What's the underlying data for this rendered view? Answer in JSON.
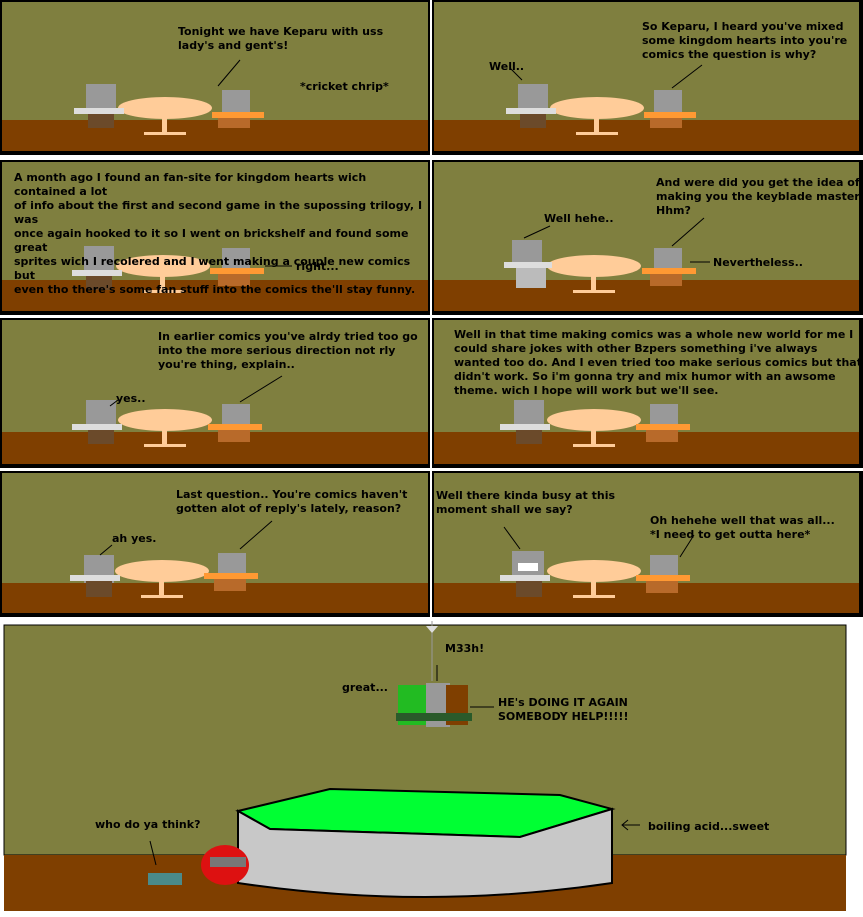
{
  "panels": [
    {
      "texts": [
        "Tonight we have Keparu with uss\nlady's and gent's!",
        "*cricket chrip*"
      ]
    },
    {
      "texts": [
        "So Keparu, I heard you've mixed\nsome kingdom hearts into you're\ncomics the question is why?",
        "Well.."
      ]
    },
    {
      "texts": [
        "A month ago I found an fan-site for kingdom hearts wich contained a lot\nof info about the first and second game in the supossing trilogy, I was\nonce again hooked to it so I went on brickshelf and found some great\nsprites wich I recolered and I went making a couple new comics but\neven tho there's some fan stuff into the comics the'll stay funny.",
        "right..."
      ]
    },
    {
      "texts": [
        "And were did you get the idea of\nmaking you the keyblade master\nHhm?",
        "Well hehe..",
        "Nevertheless.."
      ]
    },
    {
      "texts": [
        "In earlier comics you've alrdy tried too go\ninto the more serious direction not rly\nyou're thing, explain..",
        "yes.."
      ]
    },
    {
      "texts": [
        "Well in that time making comics was a whole new world for me I\ncould share jokes with other Bzpers something i've always\nwanted too do. And I even tried too make serious comics but that\ndidn't work. So i'm gonna try and mix humor with an awsome\ntheme. wich I hope will work but we'll see."
      ]
    },
    {
      "texts": [
        "Last question.. You're comics haven't\ngotten alot of reply's lately, reason?",
        "ah yes."
      ]
    },
    {
      "texts": [
        "Well there kinda busy at this\nmoment shall we say?",
        "Oh hehehe well that was all...\n*I need to get outta here*"
      ]
    },
    {
      "texts": [
        "M33h!",
        "great...",
        "HE's DOING IT AGAIN\nSOMEBODY HELP!!!!!",
        "who do ya think?",
        "boiling acid...sweet"
      ]
    }
  ],
  "colors": {
    "wall": "#7f7f3f",
    "floor": "#7f3f00",
    "table": "#ffcc99",
    "acid": "#00ff33",
    "vat": "#c8c8c8"
  }
}
